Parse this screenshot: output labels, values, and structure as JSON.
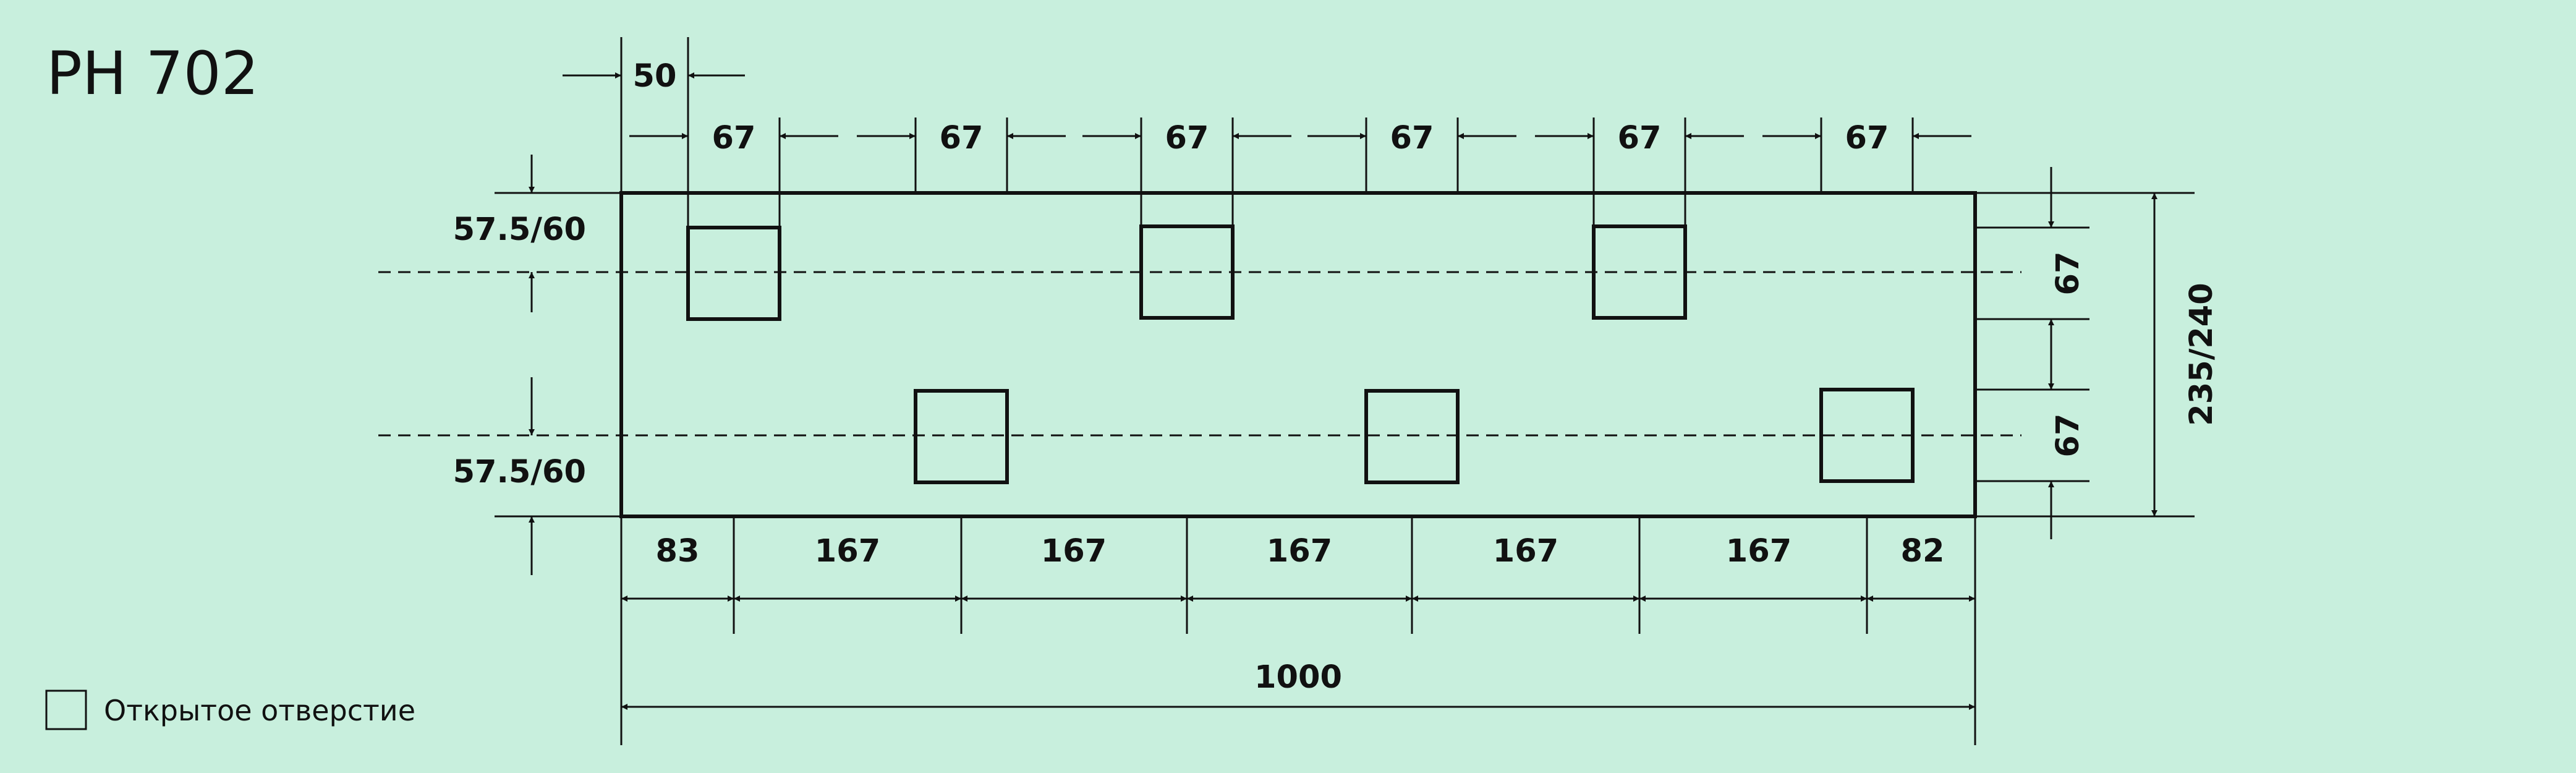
{
  "title": "PH 702",
  "legend": {
    "label": "Открытое отверстие",
    "icon": "open-hole-square-icon"
  },
  "colors": {
    "background": "#c8efdd",
    "lines": "#111111"
  },
  "dimensions": {
    "top_offset": "50",
    "top_spacing": [
      "67",
      "67",
      "67",
      "67",
      "67",
      "67"
    ],
    "left_rows": [
      "57.5/60",
      "57.5/60"
    ],
    "right_spacing": [
      "67",
      "67"
    ],
    "right_total": "235/240",
    "bottom_segments": [
      "83",
      "167",
      "167",
      "167",
      "167",
      "167",
      "82"
    ],
    "bottom_total": "1000"
  }
}
